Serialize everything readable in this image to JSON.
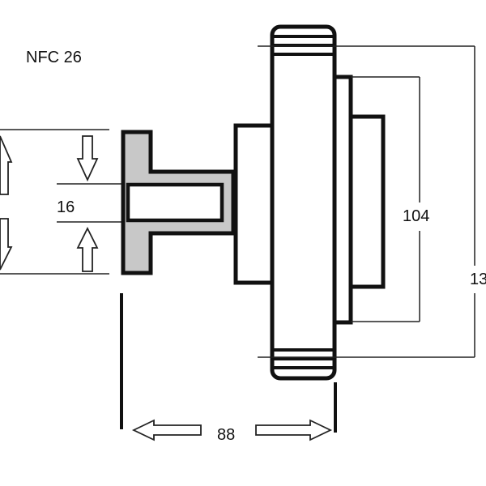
{
  "title": "NFC 26",
  "dimensions": {
    "bore": "16",
    "length": "88",
    "flange_diameter": "104",
    "overall_diameter": "13"
  },
  "colors": {
    "line": "#111111",
    "hub_fill": "#c8c8c8",
    "dimension_line": "#222222"
  }
}
